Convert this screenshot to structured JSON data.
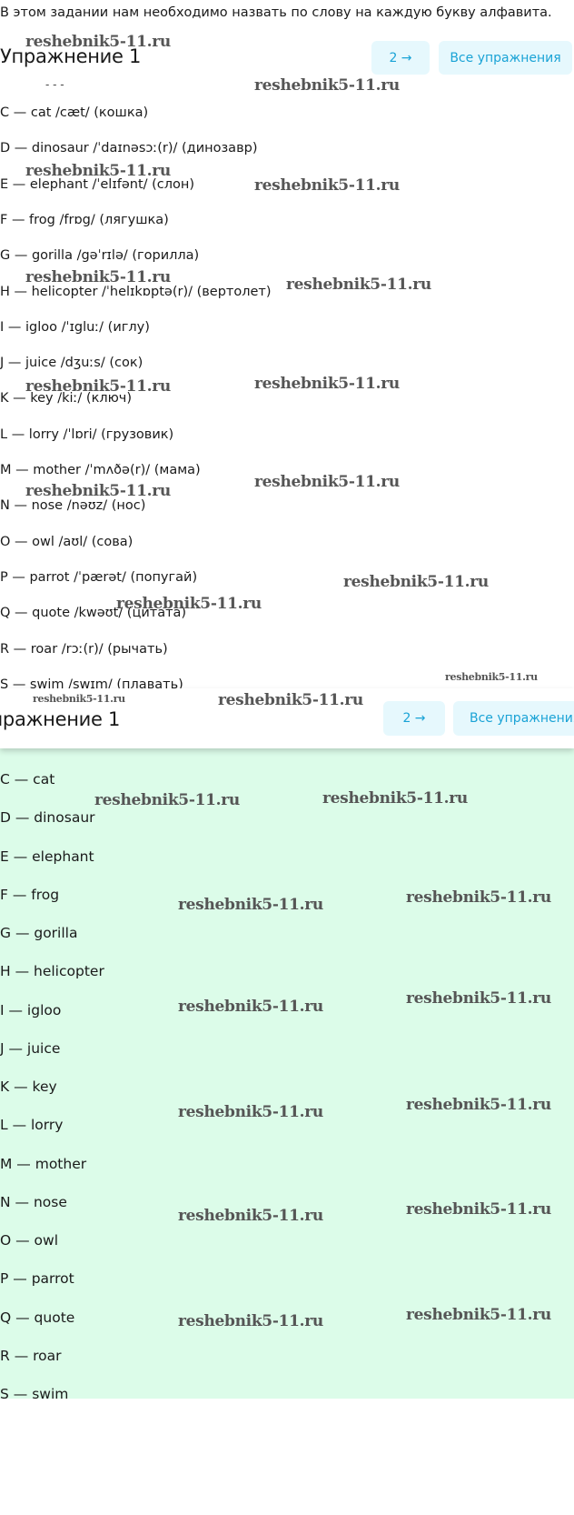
{
  "intro": "В этом задании нам необходимо назвать по слову на каждую букву алфавита.",
  "header": {
    "title": "Упражнение 1",
    "next_label": "2 →",
    "all_label": "Все упражнения"
  },
  "dashes": "-      -      -",
  "list_full": [
    "C — cat /cæt/ (кошка)",
    "D — dinosaur /ˈdaɪnəsɔː(r)/ (динозавр)",
    "E — elephant /ˈelɪfənt/ (слон)",
    "F — frog /frɒg/ (лягушка)",
    "G — gorilla /gəˈrɪlə/ (горилла)",
    "H — helicopter /ˈhelɪkɒptə(r)/ (вертолет)",
    "I — igloo /ˈɪgluː/ (иглу)",
    "J — juice /dʒuːs/ (сок)",
    "K — key /kiː/ (ключ)",
    "L — lorry /ˈlɒri/ (грузовик)",
    "M — mother /ˈmʌðə(r)/ (мама)",
    "N — nose /nəʊz/ (нос)",
    "O — owl /aʊl/ (сова)",
    "P — parrot /ˈpærət/ (попугай)",
    "Q — quote /kwəʊt/ (цитата)",
    "R — roar /rɔː(r)/ (рычать)",
    "S — swim /swɪm/ (плавать)"
  ],
  "list_short": [
    "C — cat",
    "D — dinosaur",
    "E — elephant",
    "F — frog",
    "G — gorilla",
    "H — helicopter",
    "I — igloo",
    "J — juice",
    "K — key",
    "L — lorry",
    "M — mother",
    "N — nose",
    "O — owl",
    "P — parrot",
    "Q — quote",
    "R — roar",
    "S — swim"
  ],
  "watermark": "reshebnik5-11.ru"
}
